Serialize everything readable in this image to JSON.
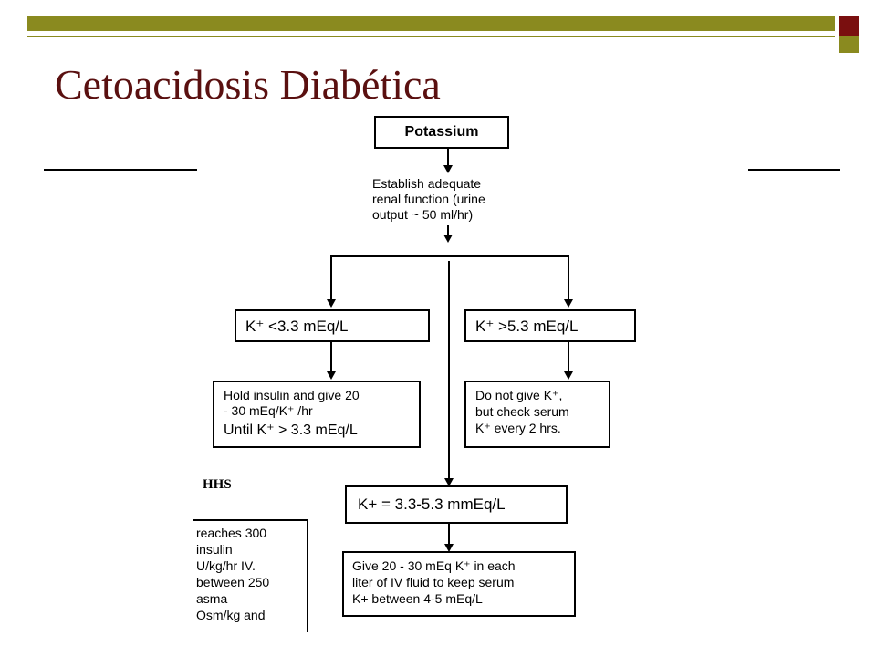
{
  "slide": {
    "title": "Cetoacidosis Diabética"
  },
  "flowchart": {
    "potassium": "Potassium",
    "establish": [
      "Establish adequate",
      "renal function (urine",
      "output ~ 50 ml/hr)"
    ],
    "k_low": "K⁺ <3.3 mEq/L",
    "k_high": "K⁺ >5.3 mEq/L",
    "hold_insulin": [
      "Hold insulin and give 20",
      "- 30 mEq/K⁺ /hr",
      "Until K⁺ > 3.3 mEq/L"
    ],
    "do_not_give": [
      "Do not give K⁺,",
      "but check serum",
      "K⁺ every 2 hrs."
    ],
    "k_mid": "K+ = 3.3-5.3 mmEq/L",
    "give_20": [
      "Give 20 - 30 mEq K⁺ in each",
      "liter of IV fluid to keep serum",
      "K+ between 4-5 mEq/L"
    ]
  },
  "hhs_fragment": {
    "label": "HHS",
    "lines": [
      "reaches 300",
      "insulin",
      "U/kg/hr IV.",
      "between 250",
      "asma",
      "Osm/kg and",
      "."
    ]
  },
  "colors": {
    "title": "#5a1010",
    "band": "#8a8a1f",
    "corner": "#7a0f0f"
  }
}
